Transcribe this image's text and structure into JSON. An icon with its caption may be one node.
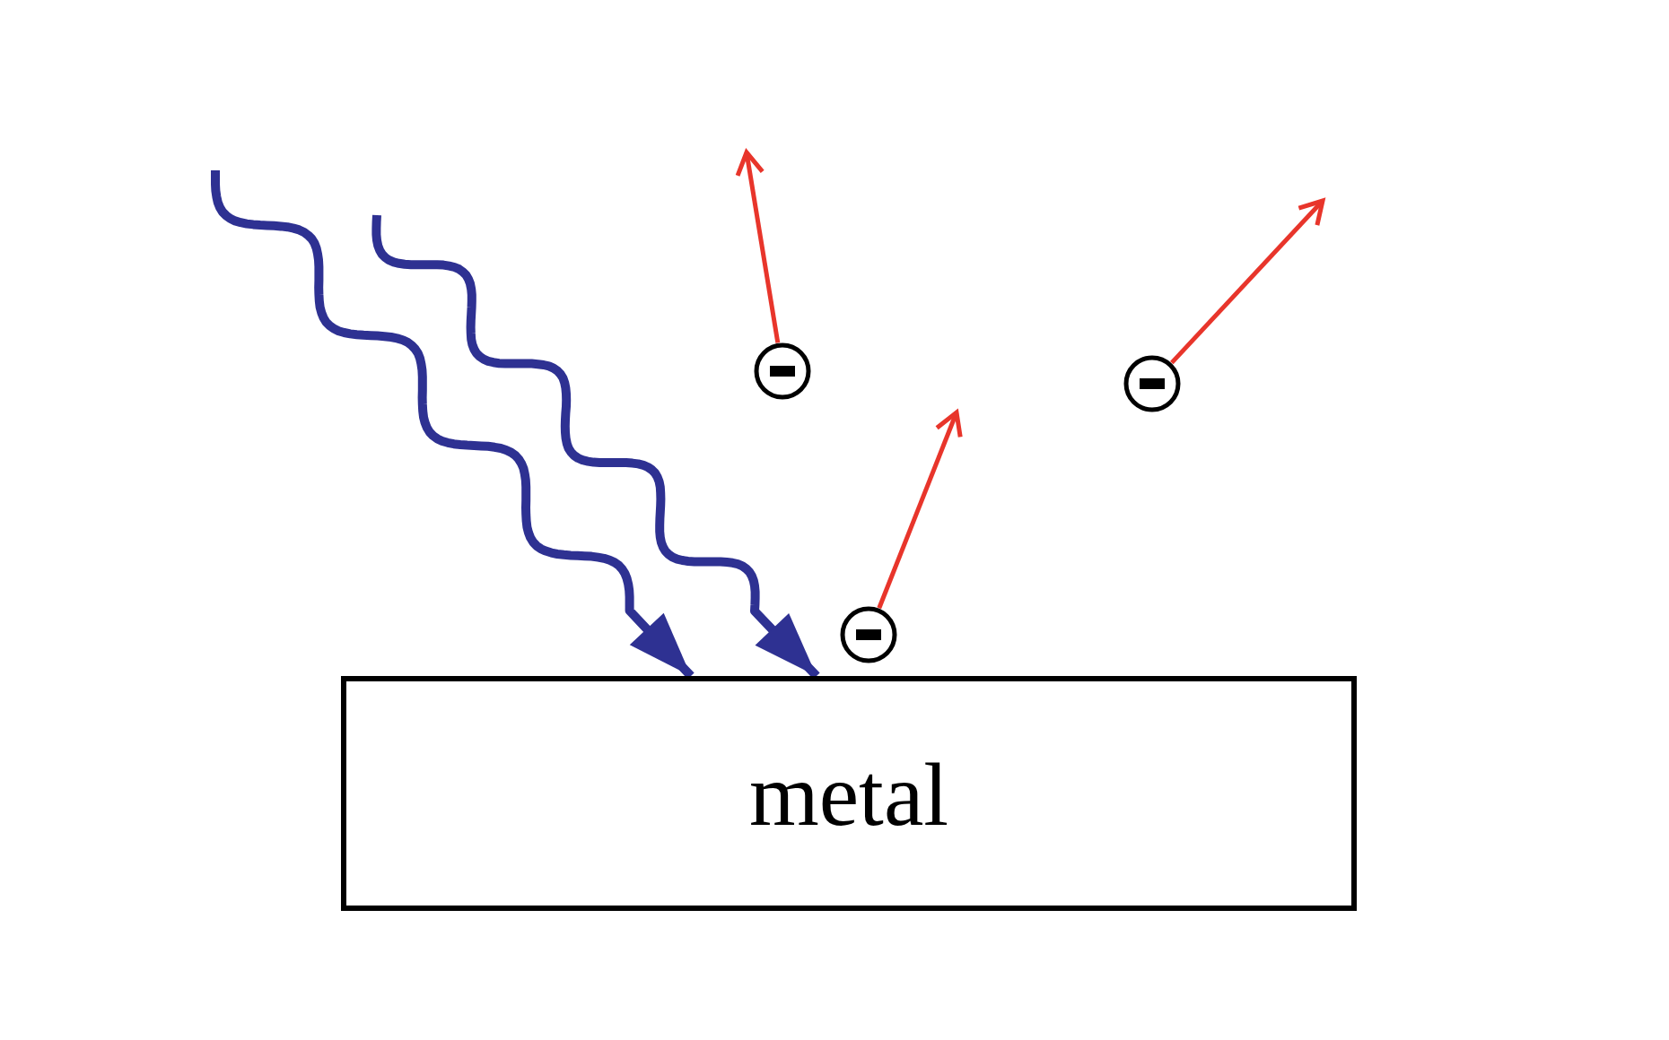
{
  "diagram": {
    "nodes": [
      {
        "text": [],
        "shape": "circle"
      },
      {
        "text": [],
        "shape": "circle"
      },
      {
        "text": [],
        "shape": "circle"
      },
      {
        "text": [
          "metal"
        ]
      }
    ],
    "edges": [
      {
        "from": 0,
        "to": null,
        "arrow": "to",
        "color": "#e8352b"
      },
      {
        "from": 1,
        "to": null,
        "arrow": "to",
        "color": "#e8352b"
      },
      {
        "from": 2,
        "to": null,
        "arrow": "to",
        "color": "#e8352b"
      },
      {
        "from": null,
        "to": 3,
        "arrow": "to",
        "style": "thick",
        "color": "#2e3192"
      },
      {
        "from": null,
        "to": 3,
        "arrow": "to",
        "style": "thick",
        "color": "#2e3192"
      }
    ]
  }
}
